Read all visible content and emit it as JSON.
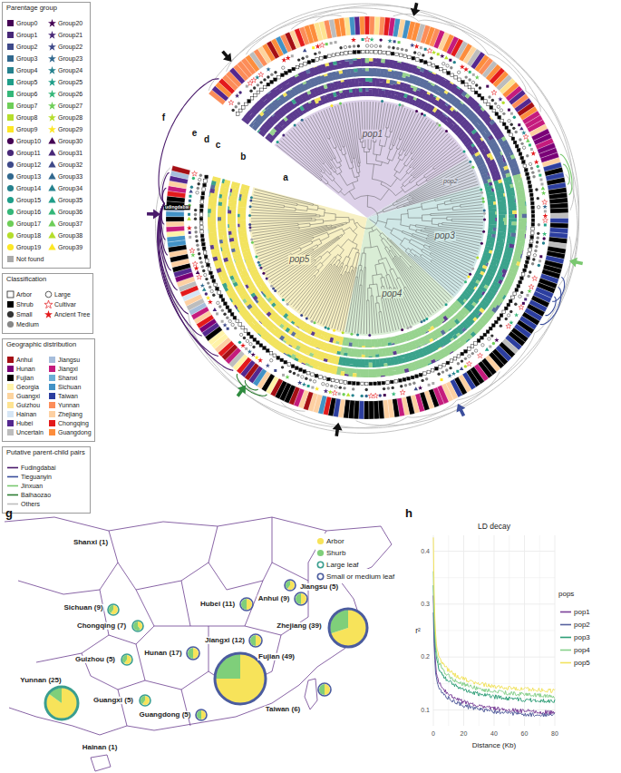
{
  "diagram": {
    "nodes": [
      {
        "text": [
          "Parentage group"
        ]
      },
      {
        "text": [
          "Classification"
        ]
      },
      {
        "text": [
          "Geographic distribution"
        ]
      },
      {
        "text": [
          "Putative parent-child pairs"
        ]
      }
    ],
    "labels": [
      "a",
      "b",
      "c",
      "d",
      "e",
      "f",
      "pop1",
      "pop2",
      "pop3",
      "pop4",
      "pop5",
      "g",
      "Shanxi (1)",
      "Jiangsu (5)",
      "Anhui (9)",
      "Hubei (11)",
      "Sichuan (9)",
      "Chongqing (7)",
      "Zhejiang (39)",
      "Jiangxi (12)",
      "Hunan (17)",
      "Guizhou (5)",
      "Fujian (49)",
      "Yunnan (25)",
      "Guangxi (5)",
      "Guangdong (5)",
      "Taiwan (6)",
      "Hainan (1)",
      "h",
      "LD decay",
      "r²",
      "0.1",
      "0.2",
      "0.3",
      "0.4",
      "0",
      "20",
      "40",
      "60",
      "80",
      "Distance (Kb)",
      "pops",
      "udingdabai"
    ],
    "legend": [
      {
        "text": "Group0",
        "color": "#440154"
      },
      {
        "text": "Group1",
        "color": "#482878"
      },
      {
        "text": "Group2",
        "color": "#3e4989"
      },
      {
        "text": "Group3",
        "color": "#31688e"
      },
      {
        "text": "Group4",
        "color": "#26828e"
      },
      {
        "text": "Group5",
        "color": "#1f9e89"
      },
      {
        "text": "Group6",
        "color": "#35b779"
      },
      {
        "text": "Group7",
        "color": "#6ece58"
      },
      {
        "text": "Group8",
        "color": "#b5de2b"
      },
      {
        "text": "Group9",
        "color": "#fde725"
      },
      {
        "text": "Group10",
        "color": "#440154"
      },
      {
        "text": "Group11",
        "color": "#482878"
      },
      {
        "text": "Group12",
        "color": "#3e4989"
      },
      {
        "text": "Group13",
        "color": "#31688e"
      },
      {
        "text": "Group14",
        "color": "#26828e"
      },
      {
        "text": "Group15",
        "color": "#1f9e89"
      },
      {
        "text": "Group16",
        "color": "#35b779"
      },
      {
        "text": "Group17",
        "color": "#6ece58"
      },
      {
        "text": "Group18",
        "color": "#b5de2b"
      },
      {
        "text": "Group19",
        "color": "#fde725"
      },
      {
        "text": "Group20",
        "color": "#440154"
      },
      {
        "text": "Group21",
        "color": "#482878"
      },
      {
        "text": "Group22",
        "color": "#3e4989"
      },
      {
        "text": "Group23",
        "color": "#31688e"
      },
      {
        "text": "Group24",
        "color": "#26828e"
      },
      {
        "text": "Group25",
        "color": "#1f9e89"
      },
      {
        "text": "Group26",
        "color": "#35b779"
      },
      {
        "text": "Group27",
        "color": "#6ece58"
      },
      {
        "text": "Group28",
        "color": "#b5de2b"
      },
      {
        "text": "Group29",
        "color": "#fde725"
      },
      {
        "text": "Group30",
        "color": "#440154"
      },
      {
        "text": "Group31",
        "color": "#482878"
      },
      {
        "text": "Group32",
        "color": "#3e4989"
      },
      {
        "text": "Group33",
        "color": "#31688e"
      },
      {
        "text": "Group34",
        "color": "#26828e"
      },
      {
        "text": "Group35",
        "color": "#1f9e89"
      },
      {
        "text": "Group36",
        "color": "#35b779"
      },
      {
        "text": "Group37",
        "color": "#6ece58"
      },
      {
        "text": "Group38",
        "color": "#b5de2b"
      },
      {
        "text": "Group39",
        "color": "#fde725"
      },
      {
        "text": "Not found",
        "color": "#aaaaaa"
      },
      {
        "text": "Arbor",
        "color": "#ffffff"
      },
      {
        "text": "Shrub",
        "color": "#000000"
      },
      {
        "text": "Small",
        "color": "#333333"
      },
      {
        "text": "Medium",
        "color": "#888888"
      },
      {
        "text": "Large"
      },
      {
        "text": "Cultivar"
      },
      {
        "text": "Ancient Tree",
        "color": "#e41a1c"
      },
      {
        "text": "Anhui",
        "color": "#a50f15"
      },
      {
        "text": "Jiangsu",
        "color": "#a6bddb"
      },
      {
        "text": "Hunan",
        "color": "#7a0177"
      },
      {
        "text": "Jiangxi",
        "color": "#c51b7d"
      },
      {
        "text": "Fujian",
        "color": "#000000"
      },
      {
        "text": "Shanxi",
        "color": "#6baed6"
      },
      {
        "text": "Georgia",
        "color": "#fff3a8"
      },
      {
        "text": "Sichuan",
        "color": "#4292c6"
      },
      {
        "text": "Guangxi",
        "color": "#fdd49e"
      },
      {
        "text": "Taiwan",
        "color": "#2c3e9f"
      },
      {
        "text": "Guizhou",
        "color": "#fee391"
      },
      {
        "text": "Yunnan",
        "color": "#fc8d59"
      },
      {
        "text": "Hainan",
        "color": "#d6e6f5"
      },
      {
        "text": "Zhejiang",
        "color": "#fdd0a2"
      },
      {
        "text": "Hubei",
        "color": "#54278f"
      },
      {
        "text": "Chongqing",
        "color": "#e31a1c"
      },
      {
        "text": "Uncertain",
        "color": "#bdbdbd"
      },
      {
        "text": "Guangdong",
        "color": "#fd8d3c"
      },
      {
        "text": "Fudingdabai"
      },
      {
        "text": "Tieguanyin"
      },
      {
        "text": "Jinxuan"
      },
      {
        "text": "Baihaozao"
      },
      {
        "text": "Others"
      },
      {
        "text": "Arbor",
        "color": "#f7e35a"
      },
      {
        "text": "Shurb",
        "color": "#7fcf7a"
      },
      {
        "text": "Large leaf"
      },
      {
        "text": "Small or medium leaf"
      },
      {
        "text": "pop1"
      },
      {
        "text": "pop2"
      },
      {
        "text": "pop3"
      },
      {
        "text": "pop4"
      },
      {
        "text": "pop5"
      }
    ]
  }
}
